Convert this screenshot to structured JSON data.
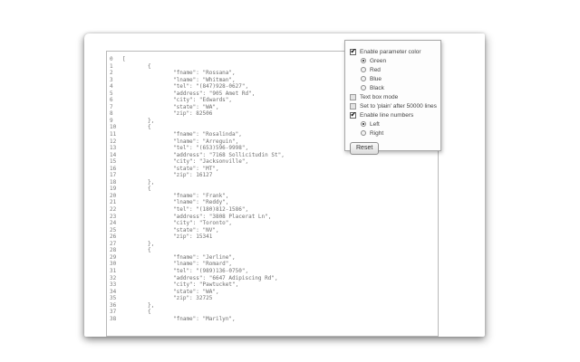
{
  "colors": {
    "editor_text": "#6e6e6e",
    "editor_border": "#b9b9b9",
    "panel_border": "#a8a8a8",
    "panel_text": "#454545"
  },
  "editor": {
    "lines": [
      {
        "n": 0,
        "indent": 0,
        "text": "["
      },
      {
        "n": 1,
        "indent": 1,
        "text": "{"
      },
      {
        "n": 2,
        "indent": 2,
        "text": "\"fname\": \"Rossana\","
      },
      {
        "n": 3,
        "indent": 2,
        "text": "\"lname\": \"Whitman\","
      },
      {
        "n": 4,
        "indent": 2,
        "text": "\"tel\": \"(847)928-0627\","
      },
      {
        "n": 5,
        "indent": 2,
        "text": "\"address\": \"905 Amet Rd\","
      },
      {
        "n": 6,
        "indent": 2,
        "text": "\"city\": \"Edwards\","
      },
      {
        "n": 7,
        "indent": 2,
        "text": "\"state\": \"WA\","
      },
      {
        "n": 8,
        "indent": 2,
        "text": "\"zip\": 82506"
      },
      {
        "n": 9,
        "indent": 1,
        "text": "},"
      },
      {
        "n": 10,
        "indent": 1,
        "text": "{"
      },
      {
        "n": 11,
        "indent": 2,
        "text": "\"fname\": \"Rosalinda\","
      },
      {
        "n": 12,
        "indent": 2,
        "text": "\"lname\": \"Arreguin\","
      },
      {
        "n": 13,
        "indent": 2,
        "text": "\"tel\": \"(653)596-9998\","
      },
      {
        "n": 14,
        "indent": 2,
        "text": "\"address\": \"7168 Sollicitudin St\","
      },
      {
        "n": 15,
        "indent": 2,
        "text": "\"city\": \"Jacksonville\","
      },
      {
        "n": 16,
        "indent": 2,
        "text": "\"state\": \"MT\","
      },
      {
        "n": 17,
        "indent": 2,
        "text": "\"zip\": 16127"
      },
      {
        "n": 18,
        "indent": 1,
        "text": "},"
      },
      {
        "n": 19,
        "indent": 1,
        "text": "{"
      },
      {
        "n": 20,
        "indent": 2,
        "text": "\"fname\": \"Frank\","
      },
      {
        "n": 21,
        "indent": 2,
        "text": "\"lname\": \"Reddy\","
      },
      {
        "n": 22,
        "indent": 2,
        "text": "\"tel\": \"(180)812-1586\","
      },
      {
        "n": 23,
        "indent": 2,
        "text": "\"address\": \"3808 Placerat Ln\","
      },
      {
        "n": 24,
        "indent": 2,
        "text": "\"city\": \"Toronto\","
      },
      {
        "n": 25,
        "indent": 2,
        "text": "\"state\": \"NV\","
      },
      {
        "n": 26,
        "indent": 2,
        "text": "\"zip\": 15341"
      },
      {
        "n": 27,
        "indent": 1,
        "text": "},"
      },
      {
        "n": 28,
        "indent": 1,
        "text": "{"
      },
      {
        "n": 29,
        "indent": 2,
        "text": "\"fname\": \"Jerline\","
      },
      {
        "n": 30,
        "indent": 2,
        "text": "\"lname\": \"Romard\","
      },
      {
        "n": 31,
        "indent": 2,
        "text": "\"tel\": \"(989)136-0750\","
      },
      {
        "n": 32,
        "indent": 2,
        "text": "\"address\": \"6647 Adipiscing Rd\","
      },
      {
        "n": 33,
        "indent": 2,
        "text": "\"city\": \"Pawtucket\","
      },
      {
        "n": 34,
        "indent": 2,
        "text": "\"state\": \"WA\","
      },
      {
        "n": 35,
        "indent": 2,
        "text": "\"zip\": 32725"
      },
      {
        "n": 36,
        "indent": 1,
        "text": "},"
      },
      {
        "n": 37,
        "indent": 1,
        "text": "{"
      },
      {
        "n": 38,
        "indent": 2,
        "text": "\"fname\": \"Marilyn\","
      }
    ]
  },
  "panel": {
    "enable_parameter_color": {
      "label": "Enable parameter color",
      "checked": true
    },
    "color_options": [
      {
        "label": "Green",
        "selected": true
      },
      {
        "label": "Red",
        "selected": false
      },
      {
        "label": "Blue",
        "selected": false
      },
      {
        "label": "Black",
        "selected": false
      }
    ],
    "text_box_mode": {
      "label": "Text box mode",
      "checked": false
    },
    "plain_after": {
      "label": "Set to 'plain' after 50000 lines",
      "checked": false
    },
    "enable_line_numbers": {
      "label": "Enable line numbers",
      "checked": true
    },
    "position_options": [
      {
        "label": "Left",
        "selected": true
      },
      {
        "label": "Right",
        "selected": false
      }
    ],
    "reset_label": "Reset"
  }
}
